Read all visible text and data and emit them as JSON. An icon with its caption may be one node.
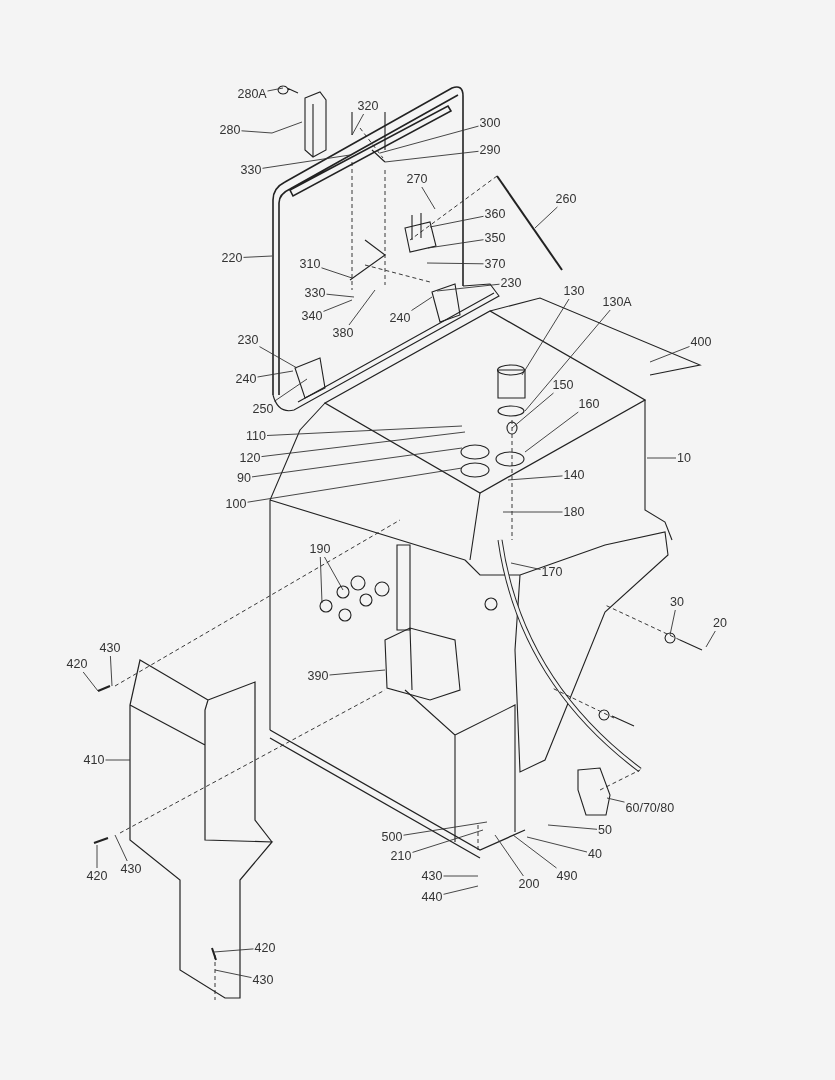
{
  "diagram": {
    "nodes": [
      {
        "text": [
          "280A"
        ]
      },
      {
        "text": [
          "280"
        ]
      },
      {
        "text": [
          "320"
        ]
      },
      {
        "text": [
          "300"
        ]
      },
      {
        "text": [
          "290"
        ]
      },
      {
        "text": [
          "330"
        ]
      },
      {
        "text": [
          "270"
        ]
      },
      {
        "text": [
          "260"
        ]
      },
      {
        "text": [
          "360"
        ]
      },
      {
        "text": [
          "350"
        ]
      },
      {
        "text": [
          "370"
        ]
      },
      {
        "text": [
          "220"
        ]
      },
      {
        "text": [
          "310"
        ]
      },
      {
        "text": [
          "230"
        ]
      },
      {
        "text": [
          "330"
        ]
      },
      {
        "text": [
          "340"
        ]
      },
      {
        "text": [
          "240"
        ]
      },
      {
        "text": [
          "380"
        ]
      },
      {
        "text": [
          "230"
        ]
      },
      {
        "text": [
          "240"
        ]
      },
      {
        "text": [
          "250"
        ]
      },
      {
        "text": [
          "130"
        ]
      },
      {
        "text": [
          "130A"
        ]
      },
      {
        "text": [
          "400"
        ]
      },
      {
        "text": [
          "150"
        ]
      },
      {
        "text": [
          "160"
        ]
      },
      {
        "text": [
          "110"
        ]
      },
      {
        "text": [
          "120"
        ]
      },
      {
        "text": [
          "90"
        ]
      },
      {
        "text": [
          "100"
        ]
      },
      {
        "text": [
          "10"
        ]
      },
      {
        "text": [
          "140"
        ]
      },
      {
        "text": [
          "180"
        ]
      },
      {
        "text": [
          "190"
        ]
      },
      {
        "text": [
          "170"
        ]
      },
      {
        "text": [
          "30"
        ]
      },
      {
        "text": [
          "20"
        ]
      },
      {
        "text": [
          "390"
        ]
      },
      {
        "text": [
          "430"
        ]
      },
      {
        "text": [
          "420"
        ]
      },
      {
        "text": [
          "410"
        ]
      },
      {
        "text": [
          "60/70/80"
        ]
      },
      {
        "text": [
          "50"
        ]
      },
      {
        "text": [
          "500"
        ]
      },
      {
        "text": [
          "40"
        ]
      },
      {
        "text": [
          "210"
        ]
      },
      {
        "text": [
          "490"
        ]
      },
      {
        "text": [
          "200"
        ]
      },
      {
        "text": [
          "430"
        ]
      },
      {
        "text": [
          "440"
        ]
      },
      {
        "text": [
          "420"
        ]
      },
      {
        "text": [
          "430"
        ]
      },
      {
        "text": [
          "420"
        ]
      },
      {
        "text": [
          "430"
        ]
      }
    ],
    "edges": [
      {
        "from": 0,
        "to": null,
        "arrow": "none"
      },
      {
        "from": 1,
        "to": null,
        "arrow": "none"
      },
      {
        "from": 2,
        "to": null,
        "arrow": "none"
      },
      {
        "from": 3,
        "to": null,
        "arrow": "none"
      },
      {
        "from": 4,
        "to": null,
        "arrow": "none"
      },
      {
        "from": 5,
        "to": null,
        "arrow": "none"
      },
      {
        "from": 6,
        "to": null,
        "arrow": "none"
      },
      {
        "from": 7,
        "to": null,
        "arrow": "none"
      },
      {
        "from": 8,
        "to": null,
        "arrow": "none"
      },
      {
        "from": 9,
        "to": null,
        "arrow": "none"
      },
      {
        "from": 10,
        "to": null,
        "arrow": "none"
      },
      {
        "from": 11,
        "to": null,
        "arrow": "none"
      },
      {
        "from": 12,
        "to": null,
        "arrow": "none"
      },
      {
        "from": 13,
        "to": null,
        "arrow": "none"
      },
      {
        "from": 14,
        "to": null,
        "arrow": "none"
      },
      {
        "from": 15,
        "to": null,
        "arrow": "none"
      },
      {
        "from": 16,
        "to": null,
        "arrow": "none"
      },
      {
        "from": 17,
        "to": null,
        "arrow": "none"
      },
      {
        "from": 18,
        "to": null,
        "arrow": "none"
      },
      {
        "from": 19,
        "to": null,
        "arrow": "none"
      },
      {
        "from": 20,
        "to": null,
        "arrow": "none"
      },
      {
        "from": 21,
        "to": null,
        "arrow": "none"
      },
      {
        "from": 22,
        "to": null,
        "arrow": "none"
      },
      {
        "from": 23,
        "to": null,
        "arrow": "none"
      },
      {
        "from": 24,
        "to": null,
        "arrow": "none"
      },
      {
        "from": 25,
        "to": null,
        "arrow": "none"
      },
      {
        "from": 26,
        "to": null,
        "arrow": "none"
      },
      {
        "from": 27,
        "to": null,
        "arrow": "none"
      },
      {
        "from": 28,
        "to": null,
        "arrow": "none"
      },
      {
        "from": 29,
        "to": null,
        "arrow": "none"
      },
      {
        "from": 30,
        "to": null,
        "arrow": "none"
      },
      {
        "from": 31,
        "to": null,
        "arrow": "none"
      },
      {
        "from": 32,
        "to": null,
        "arrow": "none"
      },
      {
        "from": 33,
        "to": null,
        "arrow": "none"
      },
      {
        "from": 33,
        "to": null,
        "arrow": "none"
      },
      {
        "from": 34,
        "to": null,
        "arrow": "none"
      },
      {
        "from": 35,
        "to": null,
        "arrow": "none"
      },
      {
        "from": 36,
        "to": null,
        "arrow": "none"
      },
      {
        "from": 37,
        "to": null,
        "arrow": "none"
      },
      {
        "from": 38,
        "to": null,
        "arrow": "none"
      },
      {
        "from": 39,
        "to": null,
        "arrow": "none"
      },
      {
        "from": 40,
        "to": null,
        "arrow": "none"
      },
      {
        "from": 41,
        "to": null,
        "arrow": "none"
      },
      {
        "from": 42,
        "to": null,
        "arrow": "none"
      },
      {
        "from": 43,
        "to": null,
        "arrow": "none"
      },
      {
        "from": 44,
        "to": null,
        "arrow": "none"
      },
      {
        "from": 45,
        "to": null,
        "arrow": "none"
      },
      {
        "from": 46,
        "to": null,
        "arrow": "none"
      },
      {
        "from": 47,
        "to": null,
        "arrow": "none"
      },
      {
        "from": 48,
        "to": null,
        "arrow": "none"
      },
      {
        "from": 49,
        "to": null,
        "arrow": "none"
      },
      {
        "from": 50,
        "to": null,
        "arrow": "none"
      },
      {
        "from": 51,
        "to": null,
        "arrow": "none"
      },
      {
        "from": 52,
        "to": null,
        "arrow": "none"
      },
      {
        "from": 53,
        "to": null,
        "arrow": "none"
      }
    ]
  }
}
